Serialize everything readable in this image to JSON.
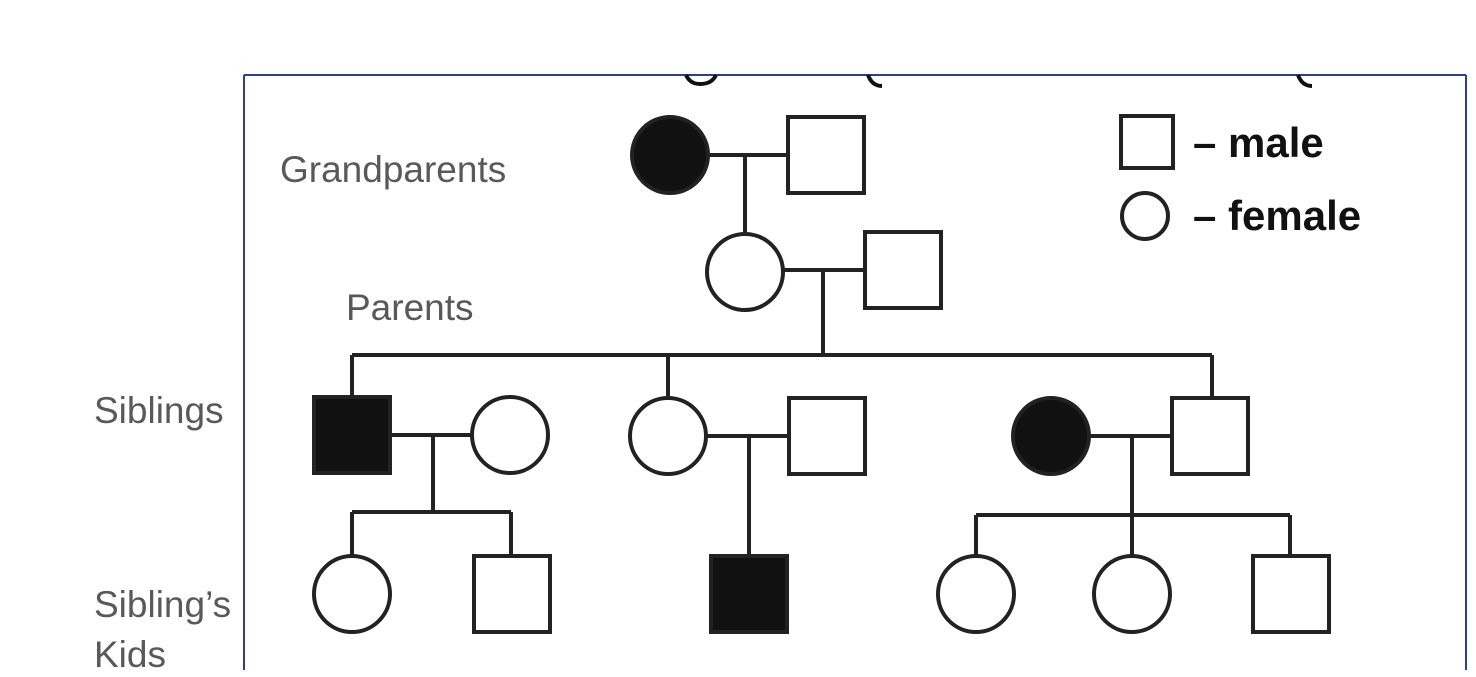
{
  "labels": {
    "grandparents": "Grandparents",
    "parents": "Parents",
    "siblings": "Siblings",
    "siblings_kids_line1": "Sibling’s",
    "siblings_kids_line2": "Kids"
  },
  "legend": {
    "male": "– male",
    "female": "– female"
  },
  "colors": {
    "affected": "#111111",
    "unaffected": "#ffffff",
    "frame": "#2e3d8f",
    "label_text": "#595959"
  },
  "individuals": [
    {
      "id": "grandmother",
      "sex": "female",
      "affected": true,
      "generation": 1
    },
    {
      "id": "grandfather",
      "sex": "male",
      "affected": false,
      "generation": 1
    },
    {
      "id": "mother",
      "sex": "female",
      "affected": false,
      "generation": 2
    },
    {
      "id": "father",
      "sex": "male",
      "affected": false,
      "generation": 2
    },
    {
      "id": "sibling-1",
      "sex": "male",
      "affected": true,
      "generation": 3
    },
    {
      "id": "sibling-1-spouse",
      "sex": "female",
      "affected": false,
      "generation": 3
    },
    {
      "id": "sibling-2",
      "sex": "female",
      "affected": false,
      "generation": 3
    },
    {
      "id": "sibling-2-spouse",
      "sex": "male",
      "affected": false,
      "generation": 3
    },
    {
      "id": "sibling-3",
      "sex": "female",
      "affected": true,
      "generation": 3
    },
    {
      "id": "sibling-3-spouse",
      "sex": "male",
      "affected": false,
      "generation": 3
    },
    {
      "id": "kid-1a",
      "sex": "female",
      "affected": false,
      "generation": 4
    },
    {
      "id": "kid-1b",
      "sex": "male",
      "affected": false,
      "generation": 4
    },
    {
      "id": "kid-2a",
      "sex": "male",
      "affected": true,
      "generation": 4
    },
    {
      "id": "kid-3a",
      "sex": "female",
      "affected": false,
      "generation": 4
    },
    {
      "id": "kid-3b",
      "sex": "female",
      "affected": false,
      "generation": 4
    },
    {
      "id": "kid-3c",
      "sex": "male",
      "affected": false,
      "generation": 4
    }
  ]
}
